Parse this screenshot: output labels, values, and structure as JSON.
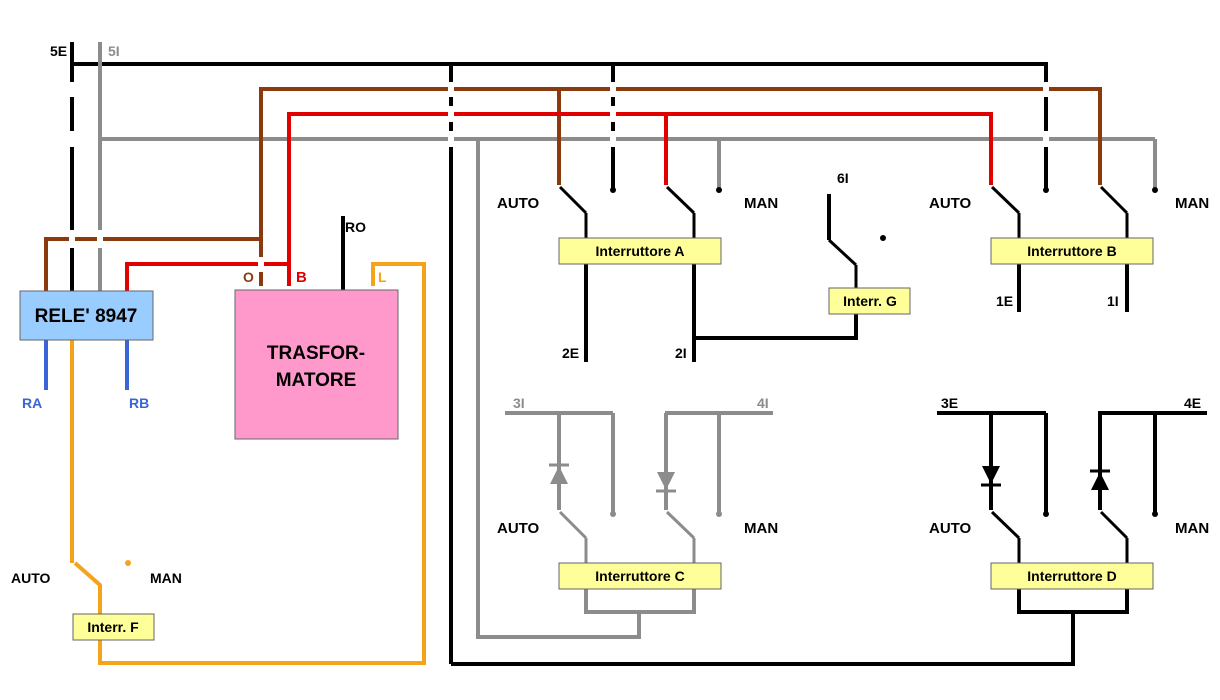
{
  "colors": {
    "black": "#000000",
    "grey": "#8c8c8c",
    "brown": "#8b3a0e",
    "red": "#e00000",
    "orange": "#f5a31a",
    "blue": "#3a64d8",
    "yellow_box": "#ffff99",
    "relay_box": "#99ccff",
    "transformer_box": "#ff99cc"
  },
  "wires": {
    "top_black": "5E",
    "top_grey": "5I"
  },
  "relay": {
    "label": "RELE' 8947",
    "out_a": "RA",
    "out_b": "RB"
  },
  "transformer": {
    "label_line1": "TRASFOR-",
    "label_line2": "MATORE",
    "term_o": "O",
    "term_b": "B",
    "term_l": "L",
    "term_ro": "RO"
  },
  "switches": {
    "a": {
      "label": "Interruttore A",
      "auto": "AUTO",
      "man": "MAN",
      "out_left": "2E",
      "out_right": "2I"
    },
    "b": {
      "label": "Interruttore B",
      "auto": "AUTO",
      "man": "MAN",
      "out_left": "1E",
      "out_right": "1I"
    },
    "c": {
      "label": "Interruttore C",
      "auto": "AUTO",
      "man": "MAN",
      "in_left": "3I",
      "in_right": "4I"
    },
    "d": {
      "label": "Interruttore D",
      "auto": "AUTO",
      "man": "MAN",
      "in_left": "3E",
      "in_right": "4E"
    },
    "f": {
      "label": "Interr. F",
      "auto": "AUTO",
      "man": "MAN"
    },
    "g": {
      "label": "Interr. G",
      "in": "6I"
    }
  }
}
